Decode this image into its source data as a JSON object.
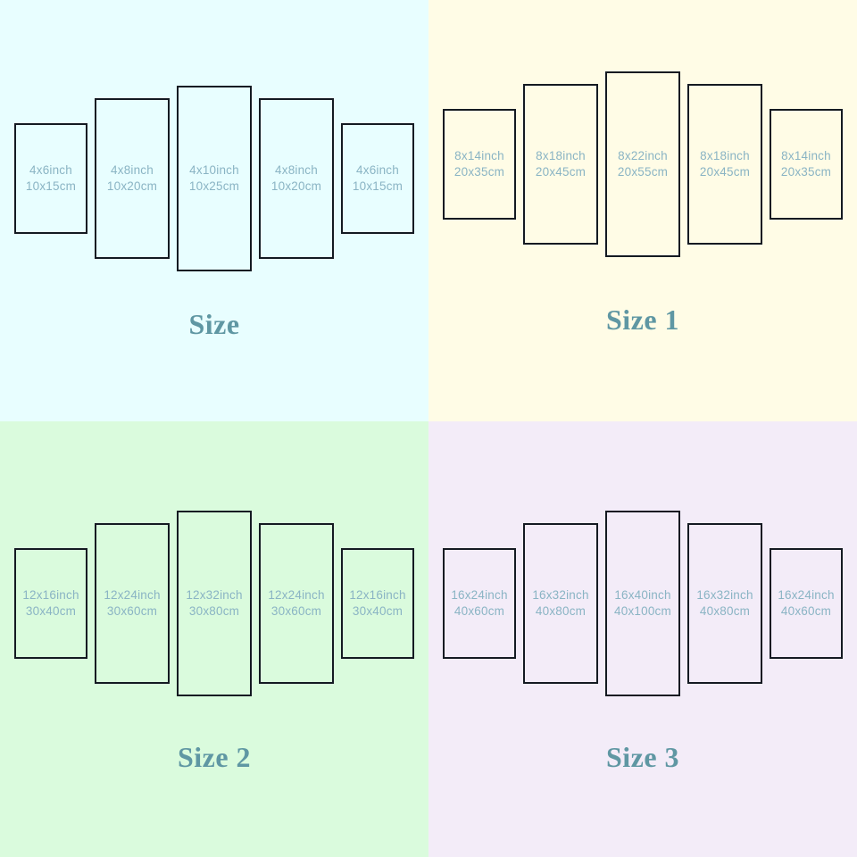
{
  "chart_data": {
    "type": "table",
    "title": "Multi-panel canvas size chart",
    "xlabel": "",
    "ylabel": "",
    "categories": [
      "Size",
      "Size 1",
      "Size 2",
      "Size 3"
    ],
    "series": [
      {
        "name": "Size",
        "values": [
          "4x6inch / 10x15cm",
          "4x8inch / 10x20cm",
          "4x10inch / 10x25cm",
          "4x8inch / 10x20cm",
          "4x6inch / 10x15cm"
        ]
      },
      {
        "name": "Size 1",
        "values": [
          "8x14inch / 20x35cm",
          "8x18inch / 20x45cm",
          "8x22inch / 20x55cm",
          "8x18inch / 20x45cm",
          "8x14inch / 20x35cm"
        ]
      },
      {
        "name": "Size 2",
        "values": [
          "12x16inch / 30x40cm",
          "12x24inch / 30x60cm",
          "12x32inch / 30x80cm",
          "12x24inch / 30x60cm",
          "12x16inch / 30x40cm"
        ]
      },
      {
        "name": "Size 3",
        "values": [
          "16x24inch / 40x60cm",
          "16x32inch / 40x80cm",
          "16x40inch / 40x100cm",
          "16x32inch / 40x80cm",
          "16x24inch / 40x60cm"
        ]
      }
    ]
  },
  "colors": {
    "quadrant_top_left_bg": "#e8feff",
    "quadrant_top_right_bg": "#fffce6",
    "quadrant_bottom_left_bg": "#dafbdd",
    "quadrant_bottom_right_bg": "#f3ecf8",
    "panel_border": "#141a22",
    "panel_text": "#8ab4c4",
    "title_text": "#5f97a3"
  },
  "quadrants": [
    {
      "id": "size",
      "title": "Size",
      "bg": "#e8feff",
      "panels": [
        {
          "inch": "4x6inch",
          "cm": "10x15cm"
        },
        {
          "inch": "4x8inch",
          "cm": "10x20cm"
        },
        {
          "inch": "4x10inch",
          "cm": "10x25cm"
        },
        {
          "inch": "4x8inch",
          "cm": "10x20cm"
        },
        {
          "inch": "4x6inch",
          "cm": "10x15cm"
        }
      ]
    },
    {
      "id": "size-1",
      "title": "Size 1",
      "bg": "#fffce6",
      "panels": [
        {
          "inch": "8x14inch",
          "cm": "20x35cm"
        },
        {
          "inch": "8x18inch",
          "cm": "20x45cm"
        },
        {
          "inch": "8x22inch",
          "cm": "20x55cm"
        },
        {
          "inch": "8x18inch",
          "cm": "20x45cm"
        },
        {
          "inch": "8x14inch",
          "cm": "20x35cm"
        }
      ]
    },
    {
      "id": "size-2",
      "title": "Size 2",
      "bg": "#dafbdd",
      "panels": [
        {
          "inch": "12x16inch",
          "cm": "30x40cm"
        },
        {
          "inch": "12x24inch",
          "cm": "30x60cm"
        },
        {
          "inch": "12x32inch",
          "cm": "30x80cm"
        },
        {
          "inch": "12x24inch",
          "cm": "30x60cm"
        },
        {
          "inch": "12x16inch",
          "cm": "30x40cm"
        }
      ]
    },
    {
      "id": "size-3",
      "title": "Size 3",
      "bg": "#f3ecf8",
      "panels": [
        {
          "inch": "16x24inch",
          "cm": "40x60cm"
        },
        {
          "inch": "16x32inch",
          "cm": "40x80cm"
        },
        {
          "inch": "16x40inch",
          "cm": "40x100cm"
        },
        {
          "inch": "16x32inch",
          "cm": "40x80cm"
        },
        {
          "inch": "16x24inch",
          "cm": "40x60cm"
        }
      ]
    }
  ]
}
